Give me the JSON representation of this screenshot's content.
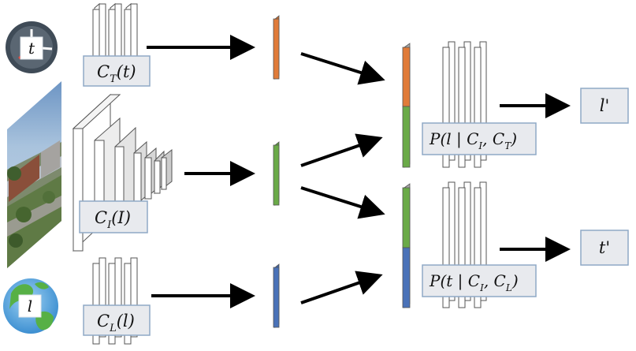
{
  "inputs": {
    "time_icon_letter": "t",
    "location_icon_letter": "l",
    "image_alt": "street scene photo"
  },
  "encoders": {
    "time": {
      "base": "C",
      "sub": "T",
      "arg": "(t)"
    },
    "image": {
      "base": "C",
      "sub": "I",
      "arg": "(I)"
    },
    "location": {
      "base": "C",
      "sub": "L",
      "arg": "(l)"
    }
  },
  "heads": {
    "location": {
      "prefix": "P(l | C",
      "sub1": "I",
      "mid": ", C",
      "sub2": "T",
      "suffix": ")"
    },
    "time": {
      "prefix": "P(t | C",
      "sub1": "I",
      "mid": ", C",
      "sub2": "L",
      "suffix": ")"
    }
  },
  "outputs": {
    "location": "l'",
    "time": "t'"
  },
  "colors": {
    "time_feature": "#e07b39",
    "image_feature": "#6aaa48",
    "location_feature": "#4a72b8",
    "label_box_fill": "#e8eaee",
    "label_box_stroke": "#8fa9c6",
    "arrow": "#000000"
  }
}
